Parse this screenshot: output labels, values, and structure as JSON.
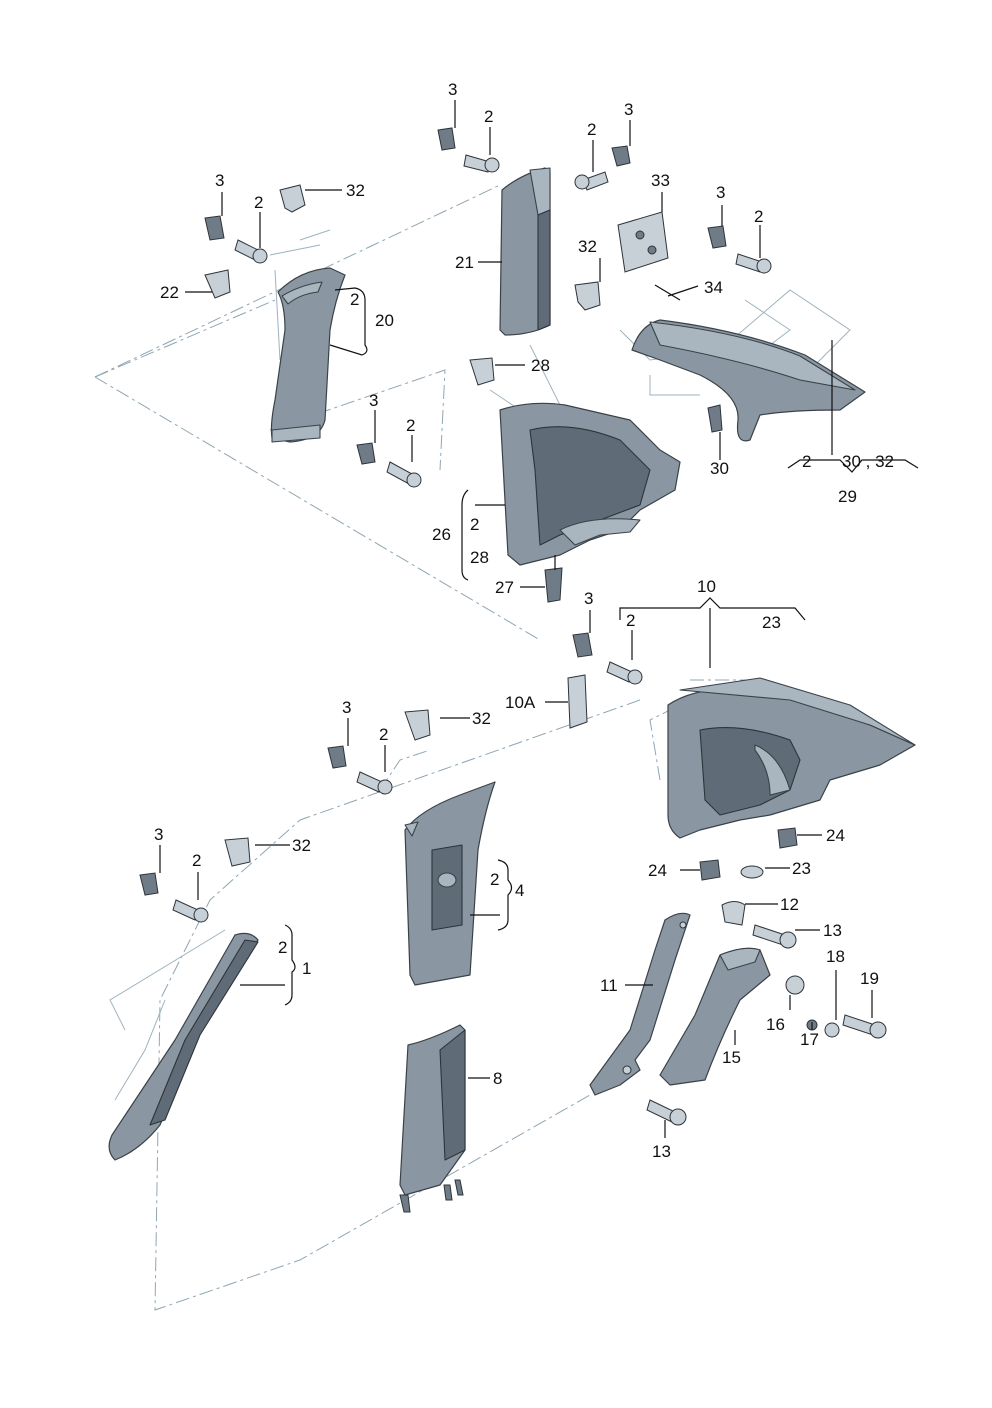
{
  "labels": {
    "l1": "1",
    "l2": "2",
    "l3": "3",
    "l4": "4",
    "l8": "8",
    "l10": "10",
    "l10a": "10A",
    "l11": "11",
    "l12": "12",
    "l13": "13",
    "l15": "15",
    "l16": "16",
    "l17": "17",
    "l18": "18",
    "l19": "19",
    "l20": "20",
    "l21": "21",
    "l22": "22",
    "l23": "23",
    "l24": "24",
    "l26": "26",
    "l27": "27",
    "l28": "28",
    "l29": "29",
    "l30": "30",
    "l30_32": "30 , 32",
    "l32": "32",
    "l33": "33",
    "l34": "34"
  }
}
